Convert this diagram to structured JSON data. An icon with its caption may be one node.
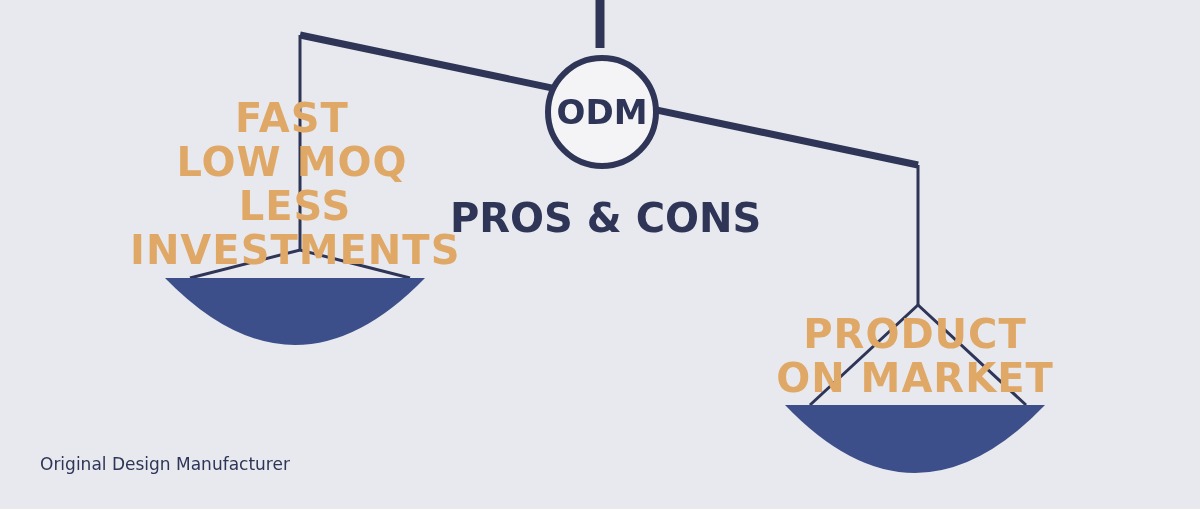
{
  "diagram": {
    "title": "PROS & CONS",
    "caption": "Original Design Manufacturer",
    "nodes": [
      {
        "text": [
          "ODM"
        ]
      }
    ],
    "labels": [
      "FAST",
      "LOW MOQ",
      "LESS INVESTMENTS",
      "PRODUCT ON MARKET"
    ]
  }
}
